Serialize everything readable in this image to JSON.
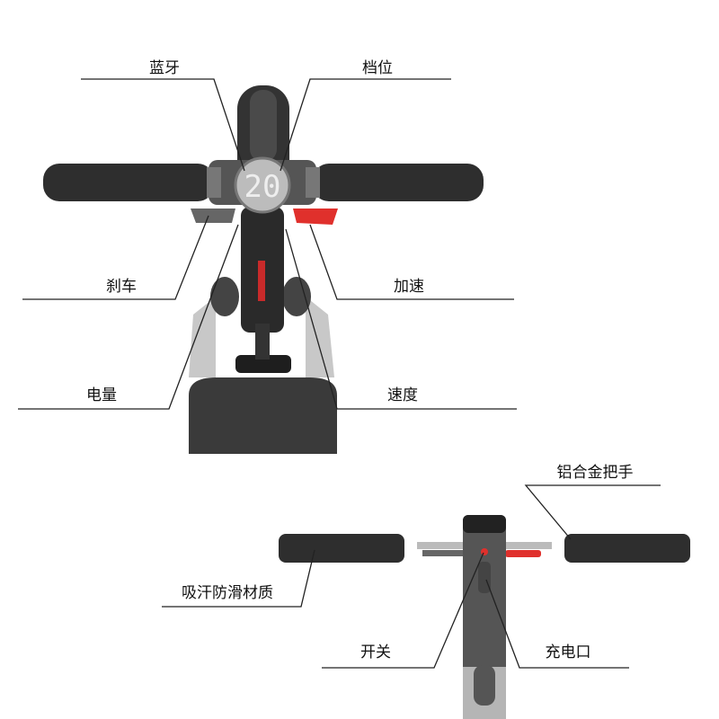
{
  "top_view": {
    "display_value": "20",
    "labels": {
      "bluetooth": "蓝牙",
      "gear": "档位",
      "brake": "刹车",
      "accelerate": "加速",
      "battery": "电量",
      "speed": "速度"
    }
  },
  "front_view": {
    "labels": {
      "aluminum_handlebar": "铝合金把手",
      "grip_material": "吸汗防滑材质",
      "power_switch": "开关",
      "charging_port": "充电口"
    }
  },
  "colors": {
    "accent_red": "#e0302c",
    "grip": "#2e2e2e",
    "metal": "#8a8a8a",
    "leader_line": "#222222"
  }
}
